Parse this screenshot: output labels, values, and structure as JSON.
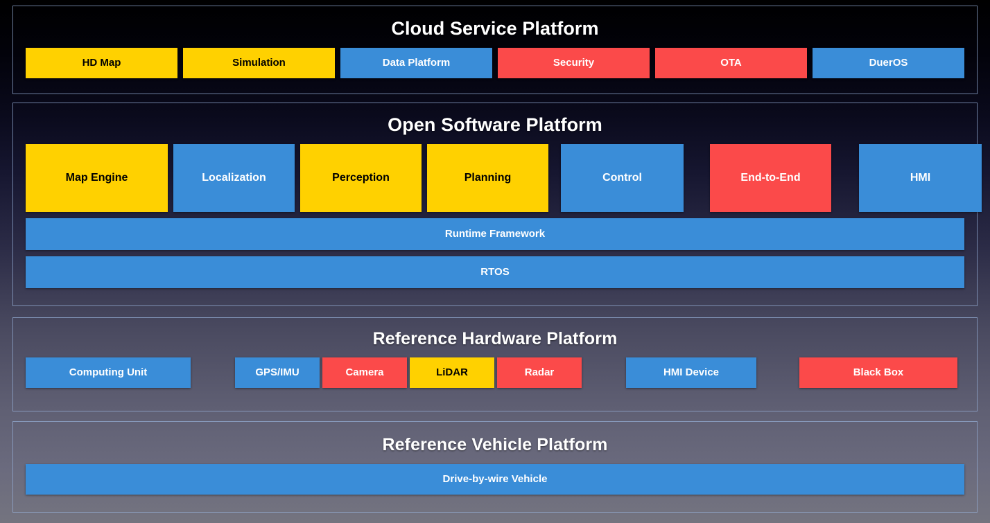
{
  "colors": {
    "yellow": "#FFD100",
    "blue": "#3A8DD8",
    "red": "#FB4A4A",
    "panel_border": "#96AFD7",
    "title_text": "#FFFFFF"
  },
  "panels": [
    {
      "id": "cloud",
      "title": "Cloud Service Platform",
      "items": [
        {
          "label": "HD Map",
          "color": "yellow"
        },
        {
          "label": "Simulation",
          "color": "yellow"
        },
        {
          "label": "Data Platform",
          "color": "blue"
        },
        {
          "label": "Security",
          "color": "red"
        },
        {
          "label": "OTA",
          "color": "red"
        },
        {
          "label": "DuerOS",
          "color": "blue"
        }
      ]
    },
    {
      "id": "software",
      "title": "Open Software Platform",
      "items": [
        {
          "label": "Map Engine",
          "color": "yellow"
        },
        {
          "label": "Localization",
          "color": "blue"
        },
        {
          "label": "Perception",
          "color": "yellow"
        },
        {
          "label": "Planning",
          "color": "yellow"
        },
        {
          "label": "Control",
          "color": "blue"
        },
        {
          "label": "End-to-End",
          "color": "red"
        },
        {
          "label": "HMI",
          "color": "blue"
        }
      ],
      "bars": [
        {
          "label": "Runtime Framework",
          "color": "blue"
        },
        {
          "label": "RTOS",
          "color": "blue"
        }
      ]
    },
    {
      "id": "hardware",
      "title": "Reference Hardware Platform",
      "items": [
        {
          "label": "Computing Unit",
          "color": "blue"
        },
        {
          "label": "GPS/IMU",
          "color": "blue"
        },
        {
          "label": "Camera",
          "color": "red"
        },
        {
          "label": "LiDAR",
          "color": "yellow"
        },
        {
          "label": "Radar",
          "color": "red"
        },
        {
          "label": "HMI Device",
          "color": "blue"
        },
        {
          "label": "Black Box",
          "color": "red"
        }
      ]
    },
    {
      "id": "vehicle",
      "title": "Reference Vehicle Platform",
      "items": [
        {
          "label": "Drive-by-wire Vehicle",
          "color": "blue"
        }
      ]
    }
  ]
}
